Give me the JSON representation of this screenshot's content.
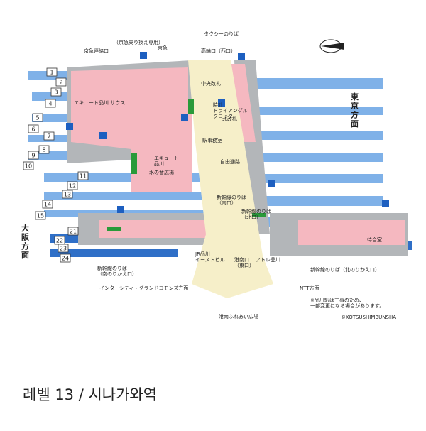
{
  "caption": "레벨 13 / 시나가와역",
  "labels": {
    "taxi": "タクシーのりば",
    "keikyu_transfer": "（京急乗り換え専用）",
    "keikyu": "京急",
    "keikyu_exit": "京急連絡口",
    "takanawa": "高輪口（西口）",
    "ecute": "エキュート品川 サウス",
    "chuo": "中央改札",
    "clock": "時計\nトライアングル\nクロック",
    "station_office": "駅事務室",
    "kitakaisatsu": "北改札",
    "ecute2": "エキュート\n品川",
    "mizunooto": "水の音広場",
    "jiyu": "自由通路",
    "shinkansen_south": "新幹線のりば\n（南口）",
    "shinkansen_north": "新幹線のりば\n（北口）",
    "jr_east": "JR品川\nイーストビル",
    "konan": "港南口\n（東口）",
    "atre": "アトレ品川",
    "shinkansen_minami": "新幹線のりば\n（南のりかえ口）",
    "shinkansen_kita": "新幹線のりば（北のりかえ口）",
    "intercity": "インターシティ・グランドコモンズ方面",
    "ntt": "NTT方面",
    "note": "※品川駅は工事のため、\n一部変更になる場合があります。",
    "copyright": "©KOTSUSHIMBUNSHA",
    "konan_square": "港南ふれあい広場",
    "waiting": "待合室",
    "tokyo": "東\n京\n方\n面",
    "osaka": "大\n阪\n方\n面"
  },
  "platforms": [
    "1",
    "2",
    "3",
    "4",
    "5",
    "6",
    "7",
    "8",
    "9",
    "10",
    "11",
    "12",
    "13",
    "14",
    "15",
    "21",
    "22",
    "23",
    "24"
  ],
  "colors": {
    "concourse": "#f5b8c0",
    "platform": "#3a7fd0",
    "passage": "#f6efc9",
    "gray": "#a9adb0",
    "green": "#2a9a3a"
  }
}
